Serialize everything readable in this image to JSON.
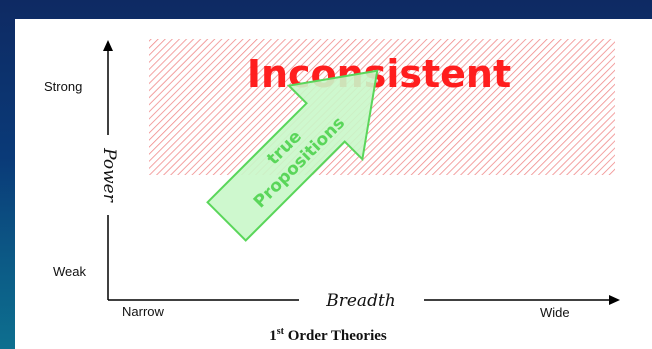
{
  "diagram": {
    "region_label": "Inconsistent",
    "arrow_label_line1": "true",
    "arrow_label_line2": "Propositions",
    "y_axis": {
      "title": "Power",
      "top_label": "Strong",
      "bottom_label": "Weak"
    },
    "x_axis": {
      "title": "Breadth",
      "left_label": "Narrow",
      "right_label": "Wide"
    },
    "caption": {
      "number": "1",
      "superscript": "st",
      "text": " Order Theories"
    },
    "colors": {
      "hatch": "#f08a8a",
      "region_text": "#ff1e1e",
      "arrow_fill": "#c9f7c9",
      "arrow_stroke": "#5ad65a",
      "arrow_text": "#5ad65a",
      "background_dark": "#0e2a63"
    }
  }
}
